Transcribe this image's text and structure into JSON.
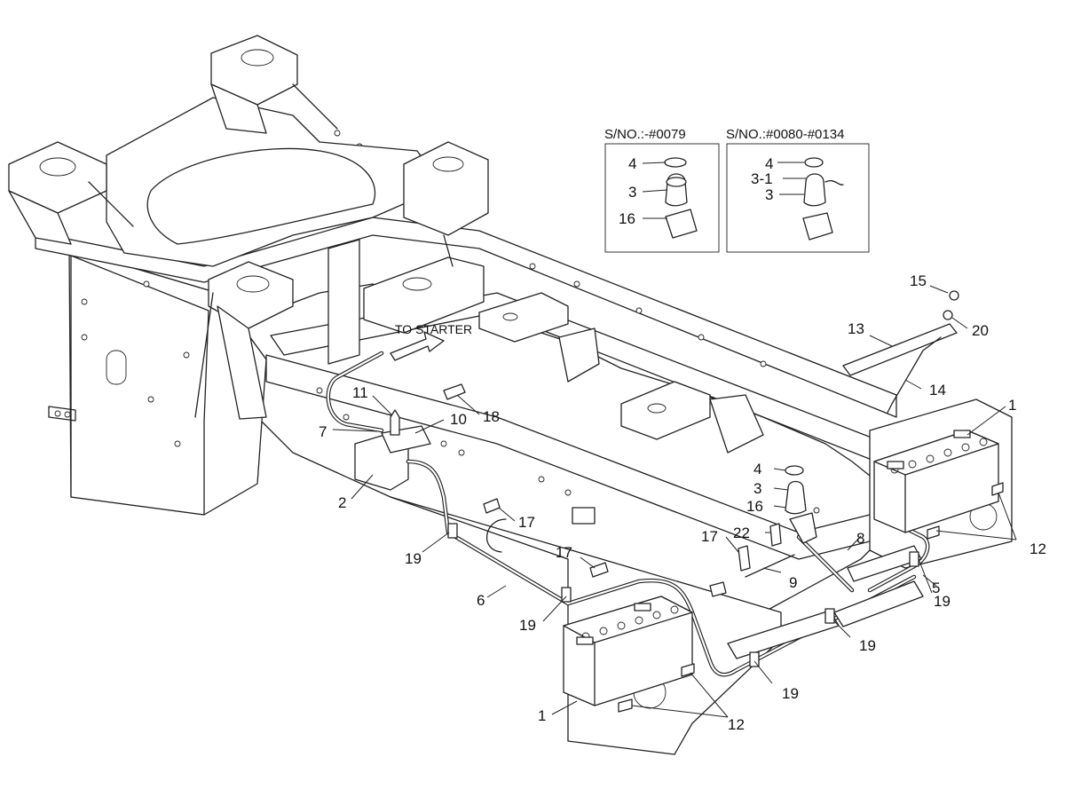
{
  "callouts": {
    "c1a": "1",
    "c1b": "1",
    "c2": "2",
    "c3a": "3",
    "c3b": "3",
    "c3c": "3",
    "c31": "3-1",
    "c4a": "4",
    "c4b": "4",
    "c4c": "4",
    "c5": "5",
    "c6": "6",
    "c7": "7",
    "c8": "8",
    "c9": "9",
    "c10": "10",
    "c11": "11",
    "c12a": "12",
    "c12b": "12",
    "c13": "13",
    "c14": "14",
    "c15": "15",
    "c16a": "16",
    "c16b": "16",
    "c17a": "17",
    "c17b": "17",
    "c17c": "17",
    "c18": "18",
    "c19a": "19",
    "c19b": "19",
    "c19c": "19",
    "c19d": "19",
    "c19e": "19",
    "c20": "20",
    "c22": "22"
  },
  "note_to_starter": "TO STARTER",
  "inset_left": {
    "title": "S/NO.:-#0079"
  },
  "inset_right": {
    "title": "S/NO.:#0080-#0134"
  }
}
